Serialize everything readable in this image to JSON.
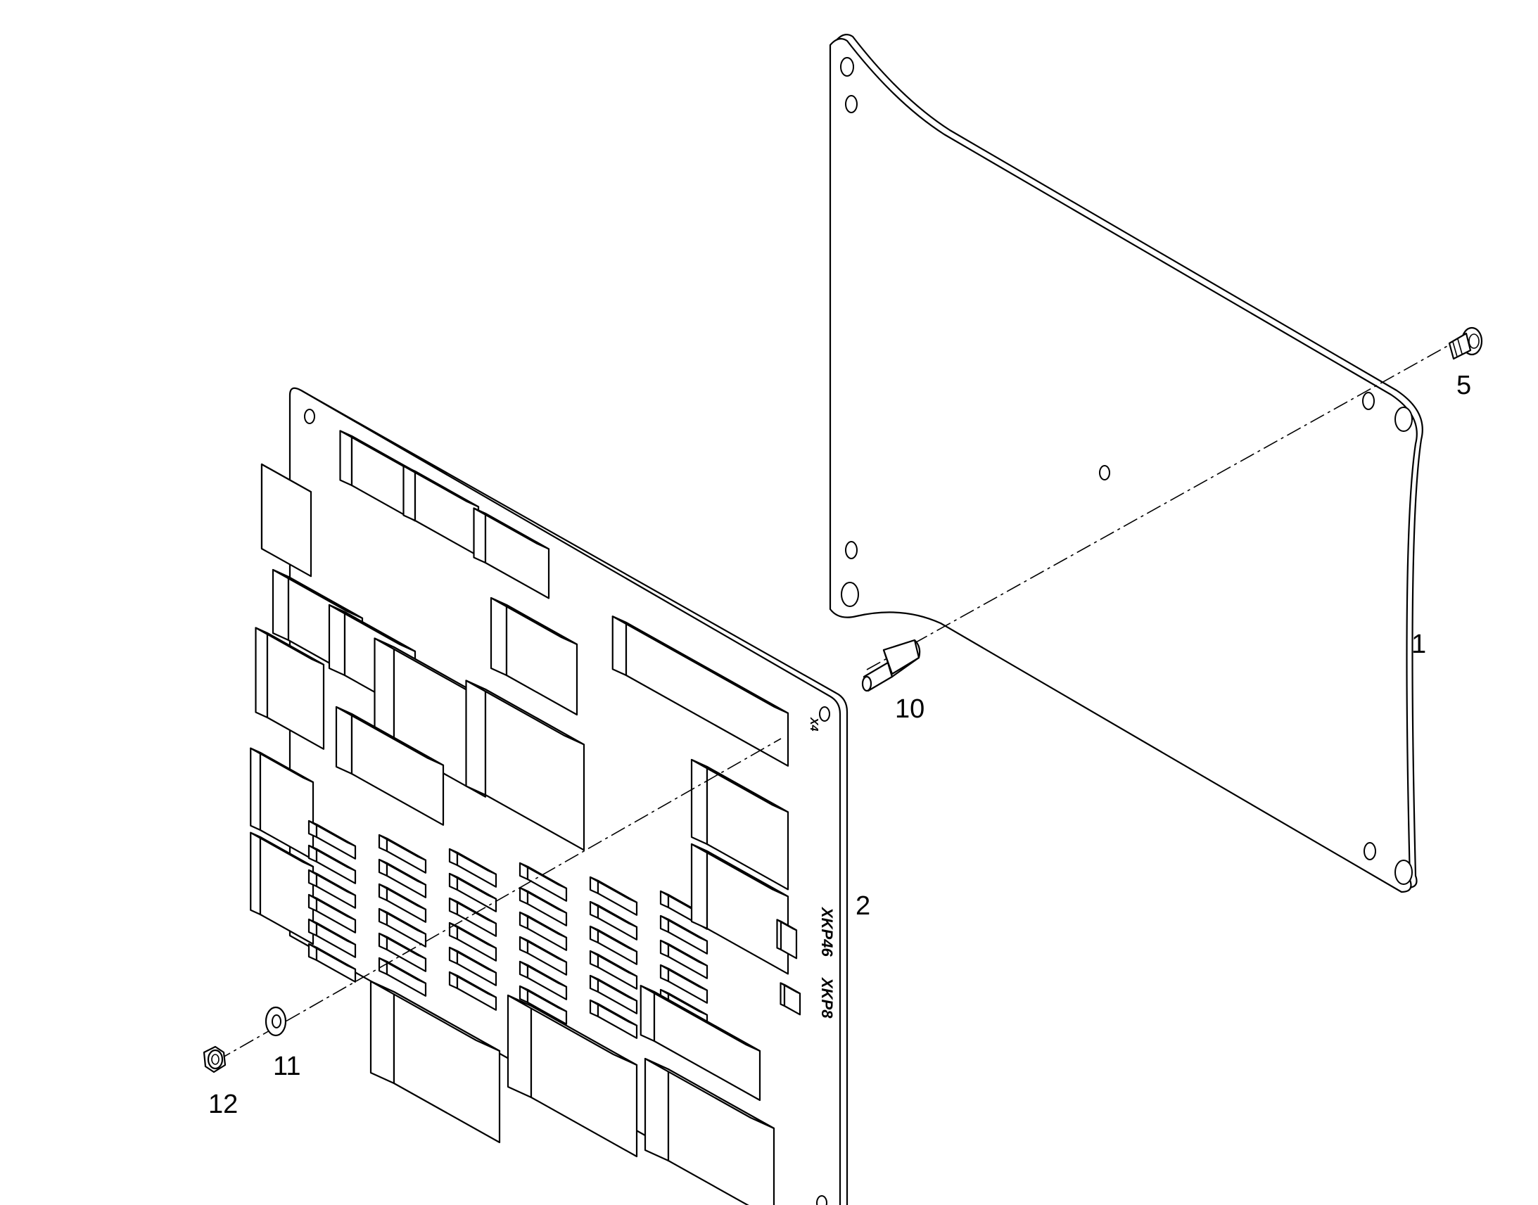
{
  "callouts": [
    {
      "id": "1",
      "label": "1"
    },
    {
      "id": "2",
      "label": "2"
    },
    {
      "id": "5",
      "label": "5"
    },
    {
      "id": "10",
      "label": "10"
    },
    {
      "id": "11",
      "label": "11"
    },
    {
      "id": "12",
      "label": "12"
    }
  ],
  "board_labels": {
    "connector_a": "XKP46",
    "connector_b": "XKP8",
    "connector_c": "X4"
  },
  "colors": {
    "line": "#000000",
    "background": "#ffffff"
  }
}
